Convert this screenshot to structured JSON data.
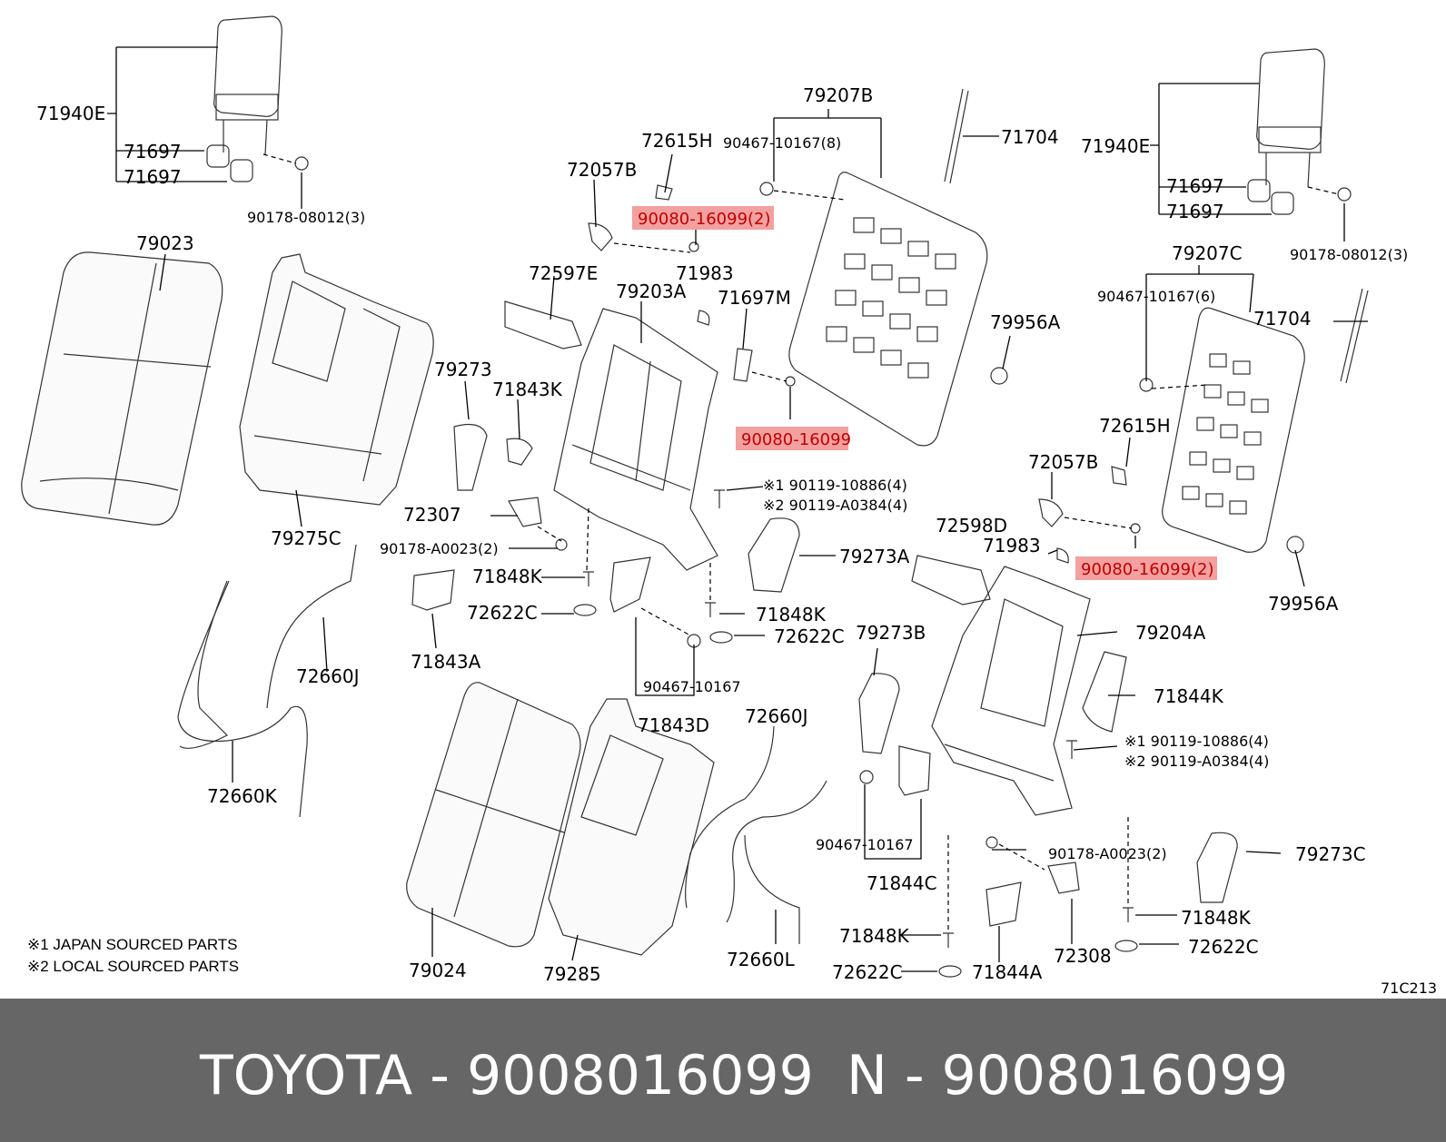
{
  "labels": {
    "l71940E_left": "71940E",
    "l71697_a": "71697",
    "l71697_b": "71697",
    "l90178_08012_left": "90178-08012(3)",
    "l79023": "79023",
    "l79275C": "79275C",
    "l72615H_top": "72615H",
    "l72057B_top": "72057B",
    "l90080_16099_2_top": "90080-16099(2)",
    "l71983_top": "71983",
    "l72597E": "72597E",
    "l79203A": "79203A",
    "l71697M": "71697M",
    "l90080_16099": "90080-16099",
    "l79207B": "79207B",
    "l90467_10167_8": "90467-10167(8)",
    "l71704_top": "71704",
    "l79956A_top": "79956A",
    "l71940E_right": "71940E",
    "l71697_c": "71697",
    "l71697_d": "71697",
    "l90178_08012_right": "90178-08012(3)",
    "l79207C": "79207C",
    "l90467_10167_6": "90467-10167(6)",
    "l71704_right": "71704",
    "l72615H_right": "72615H",
    "l72057B_right": "72057B",
    "l71983_right": "71983",
    "l90080_16099_2_right": "90080-16099(2)",
    "l79956A_right": "79956A",
    "l79273": "79273",
    "l71843K": "71843K",
    "l72307": "72307",
    "l90178_A0023_left": "90178-A0023(2)",
    "l71848K_a": "71848K",
    "l72622C_a": "72622C",
    "l71843A": "71843A",
    "l72660J_left": "72660J",
    "l72660K": "72660K",
    "l90119_10886_a": "※1 90119-10886(4)",
    "l90119_A0384_a": "※2 90119-A0384(4)",
    "l79273A": "79273A",
    "l71848K_b": "71848K",
    "l72622C_b": "72622C",
    "l90467_10167_mid": "90467-10167",
    "l71843D": "71843D",
    "l72598D": "72598D",
    "l79204A": "79204A",
    "l79273B": "79273B",
    "l71844K": "71844K",
    "l90119_10886_b": "※1 90119-10886(4)",
    "l90119_A0384_b": "※2 90119-A0384(4)",
    "l72660J_mid": "72660J",
    "l90467_10167_low": "90467-10167",
    "l71844C": "71844C",
    "l90178_A0023_right": "90178-A0023(2)",
    "l79273C": "79273C",
    "l71848K_c": "71848K",
    "l71848K_d": "71848K",
    "l72308": "72308",
    "l72622C_c": "72622C",
    "l72622C_d": "72622C",
    "l71844A": "71844A",
    "l72660L": "72660L",
    "l79024": "79024",
    "l79285": "79285",
    "note1": "※1 JAPAN SOURCED PARTS",
    "note2": "※2 LOCAL SOURCED PARTS",
    "diagram_code": "71C213"
  },
  "highlight_color": "#f2a0a0",
  "highlight_text_color": "#c00000",
  "banner": {
    "background": "#666666",
    "left_text": "TOYOTA - 9008016099",
    "right_text": "N - 9008016099"
  }
}
